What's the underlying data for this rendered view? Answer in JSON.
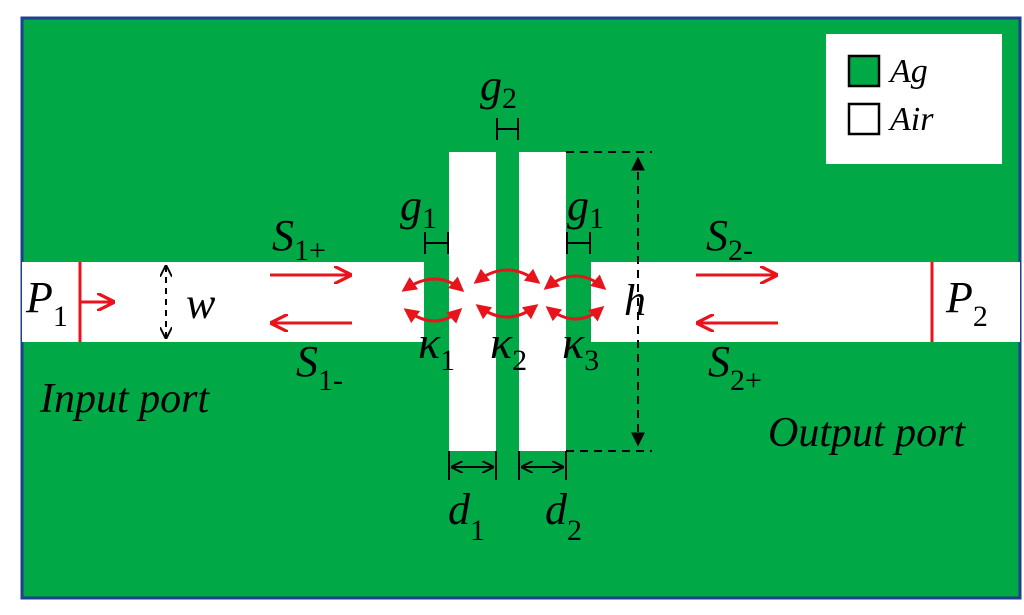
{
  "colors": {
    "metal": "#00A846",
    "air": "#FFFFFF",
    "border": "#1F3F8F",
    "arrow": "#E8141C",
    "dim": "#000000"
  },
  "legend": {
    "items": [
      {
        "label": "Ag",
        "swatch": "metal"
      },
      {
        "label": "Air",
        "swatch": "air"
      }
    ]
  },
  "labels": {
    "g1_left": {
      "base": "g",
      "sub": "1"
    },
    "g2": {
      "base": "g",
      "sub": "2"
    },
    "g1_right": {
      "base": "g",
      "sub": "1"
    },
    "s1_plus": {
      "base": "S",
      "sub": "1+"
    },
    "s1_minus": {
      "base": "S",
      "sub": "1-"
    },
    "s2_minus": {
      "base": "S",
      "sub": "2-"
    },
    "s2_plus": {
      "base": "S",
      "sub": "2+"
    },
    "p1": {
      "base": "P",
      "sub": "1"
    },
    "p2": {
      "base": "P",
      "sub": "2"
    },
    "w": "w",
    "h": "h",
    "kappa1": {
      "base": "κ",
      "sub": "1"
    },
    "kappa2": {
      "base": "κ",
      "sub": "2"
    },
    "kappa3": {
      "base": "κ",
      "sub": "3"
    },
    "d1": {
      "base": "d",
      "sub": "1"
    },
    "d2": {
      "base": "d",
      "sub": "2"
    },
    "input_port": "Input port",
    "output_port": "Output port"
  }
}
